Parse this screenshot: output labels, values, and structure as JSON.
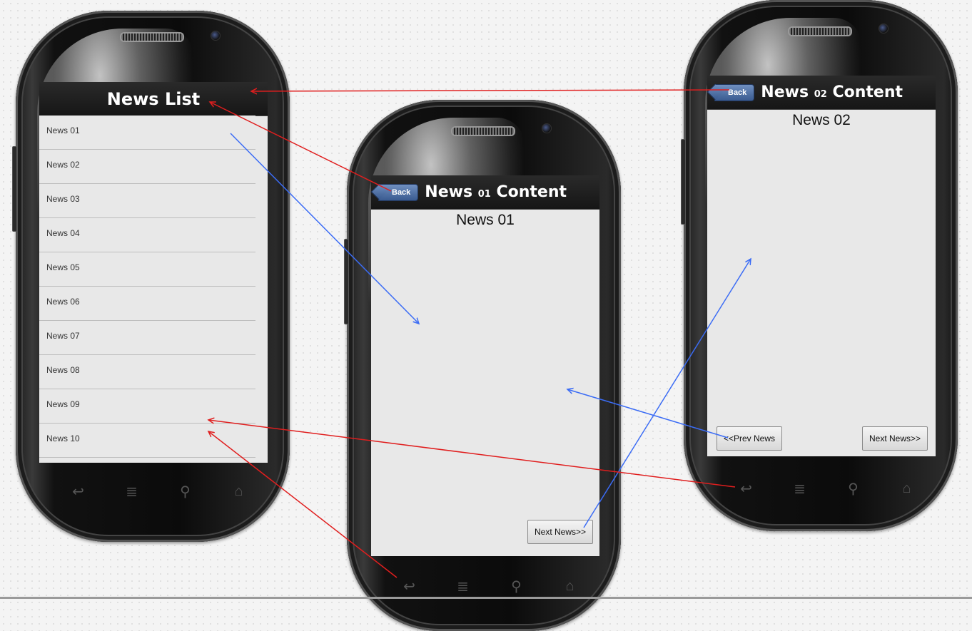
{
  "phone1": {
    "title": "News List",
    "items": [
      "News 01",
      "News 02",
      "News 03",
      "News 04",
      "News 05",
      "News 06",
      "News 07",
      "News 08",
      "News 09",
      "News 10"
    ]
  },
  "phone2": {
    "back_label": "Back",
    "title_pre": "News ",
    "title_num": "01",
    "title_post": " Content",
    "content_title": "News 01",
    "next_label": "Next News>>"
  },
  "phone3": {
    "back_label": "Back",
    "title_pre": "News ",
    "title_num": "02",
    "title_post": " Content",
    "content_title": "News 02",
    "prev_label": "<<Prev News",
    "next_label": "Next News>>"
  },
  "nav_icons": [
    "back-icon",
    "menu-icon",
    "search-icon",
    "home-icon"
  ],
  "colors": {
    "forward_arrow": "#3b6cf5",
    "back_arrow": "#e01e1e"
  }
}
